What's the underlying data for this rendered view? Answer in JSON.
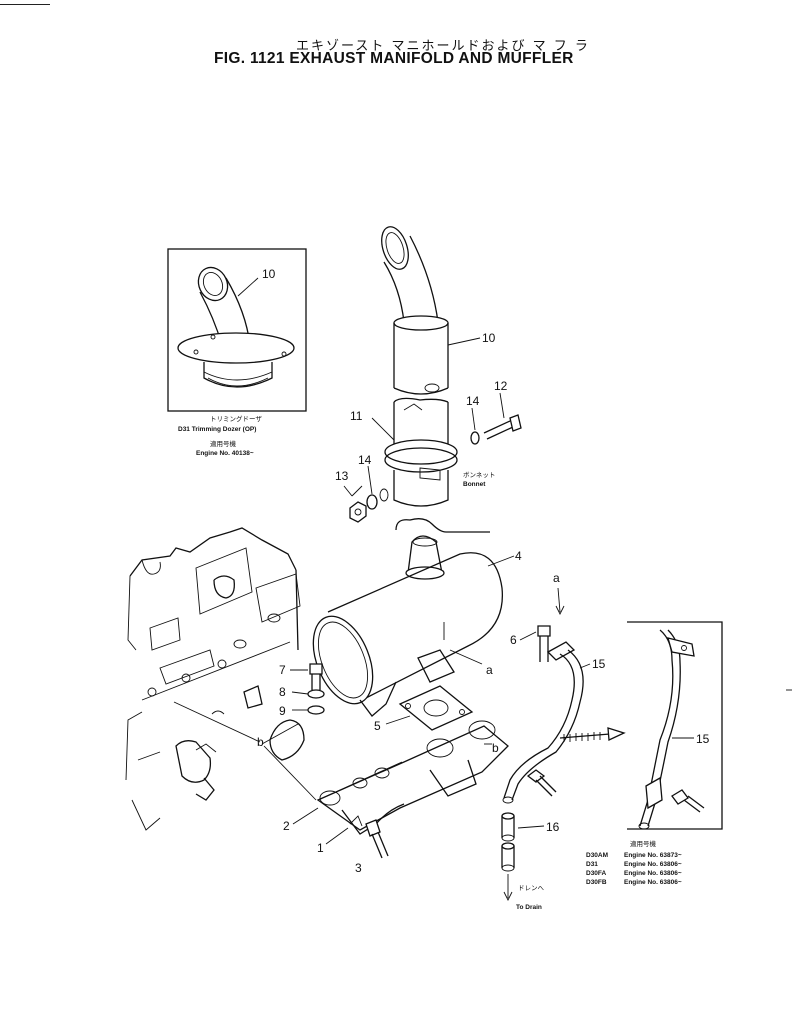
{
  "title_jp": "エキゾースト マニホールドおよび マ フ ラ",
  "title_en": "FIG. 1121  EXHAUST MANIFOLD AND MUFFLER",
  "callouts": {
    "c1": "1",
    "c2": "2",
    "c3": "3",
    "c4": "4",
    "c5": "5",
    "c6": "6",
    "c7": "7",
    "c8": "8",
    "c9": "9",
    "c10_inset": "10",
    "c10": "10",
    "c11": "11",
    "c12": "12",
    "c13": "13",
    "c14a": "14",
    "c14b": "14",
    "c15": "15",
    "c15b": "15",
    "c16": "16",
    "la1": "a",
    "la2": "a",
    "lb1": "b",
    "lb2": "b"
  },
  "inset_left": {
    "jp": "トリミングドーザ",
    "model": "D31  Trimming  Dozer (OP)",
    "serial_jp": "適用号機",
    "serial": "Engine  No.  40138~"
  },
  "bonnet": {
    "jp": "ボンネット",
    "en": "Bonnet"
  },
  "drain": {
    "jp": "ドレンへ",
    "en": "To Drain"
  },
  "serial_table": {
    "header_jp": "適用号機",
    "rows": [
      {
        "model": "D30AM",
        "engine": "Engine  No.  63873~"
      },
      {
        "model": "D31",
        "engine": "Engine  No.  63806~"
      },
      {
        "model": "D30FA",
        "engine": "Engine  No.  63806~"
      },
      {
        "model": "D30FB",
        "engine": "Engine  No.  63806~"
      }
    ]
  }
}
